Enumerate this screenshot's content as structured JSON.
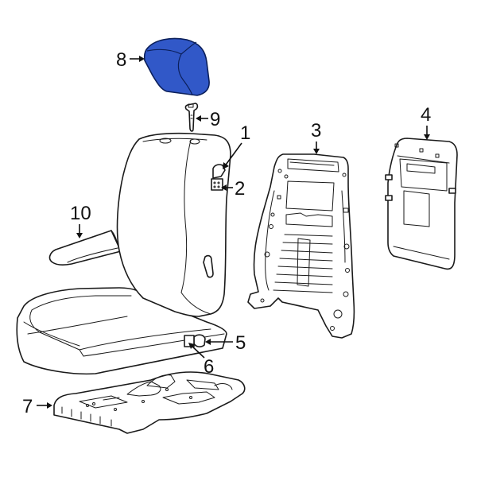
{
  "diagram": {
    "title": "Seat Assembly Exploded Parts Diagram",
    "highlight_color": "#3158c8",
    "highlight_stroke": "#0b1f5a",
    "line_color": "#1a1a1a",
    "background": "#ffffff",
    "callouts": [
      {
        "id": 1,
        "label": "1",
        "part": "seat-back-adjuster-bracket"
      },
      {
        "id": 2,
        "label": "2",
        "part": "seat-back-clip"
      },
      {
        "id": 3,
        "label": "3",
        "part": "seat-back-frame"
      },
      {
        "id": 4,
        "label": "4",
        "part": "seat-back-panel"
      },
      {
        "id": 5,
        "label": "5",
        "part": "seat-cushion-side-trim"
      },
      {
        "id": 6,
        "label": "6",
        "part": "seat-cushion-clip"
      },
      {
        "id": 7,
        "label": "7",
        "part": "seat-cushion-frame"
      },
      {
        "id": 8,
        "label": "8",
        "part": "headrest",
        "highlighted": true
      },
      {
        "id": 9,
        "label": "9",
        "part": "headrest-guide"
      },
      {
        "id": 10,
        "label": "10",
        "part": "armrest"
      }
    ]
  }
}
